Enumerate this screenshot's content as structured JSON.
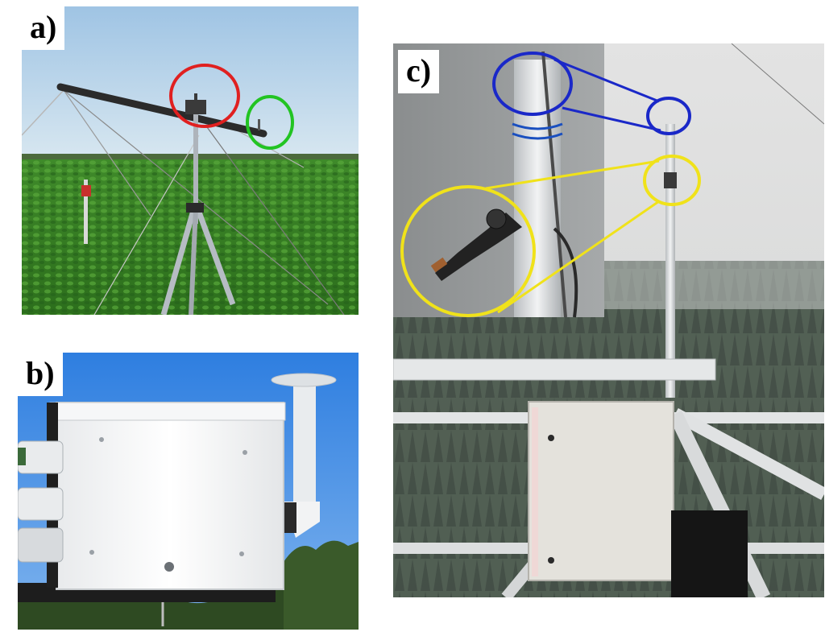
{
  "panels": {
    "a": {
      "label": "a)"
    },
    "b": {
      "label": "b)"
    },
    "c": {
      "label": "c)"
    }
  },
  "colors": {
    "highlight_red": "#e02020",
    "highlight_green": "#22c422",
    "highlight_blue": "#1a28c8",
    "highlight_yellow": "#f0e21a"
  }
}
